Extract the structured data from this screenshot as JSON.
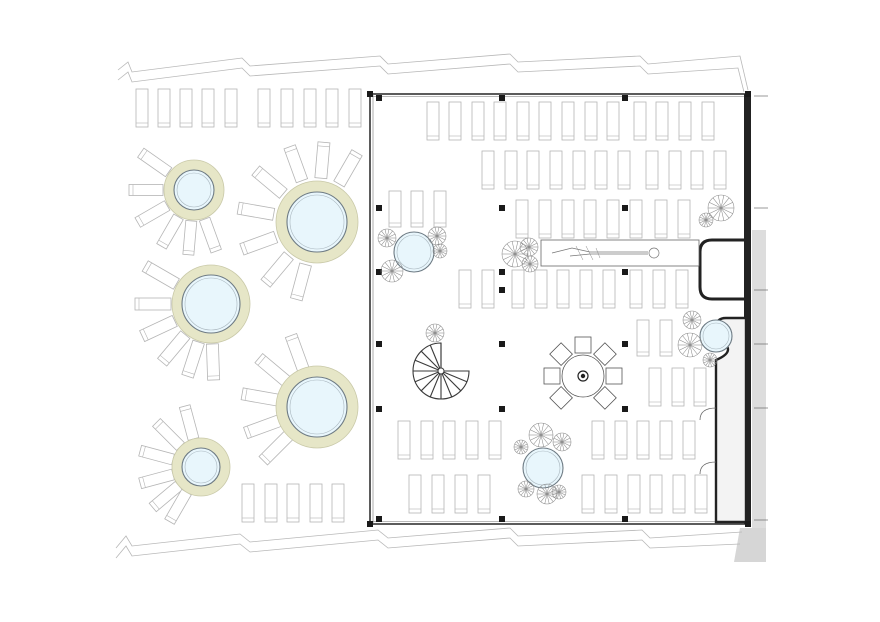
{
  "plan": {
    "background": "#ffffff",
    "colors": {
      "wall": "#222222",
      "furniture_line": "#b5b5b5",
      "pool_water": "#e8f6fc",
      "pool_ring": "#e6e6c7",
      "pool_edge": "#6e7b84",
      "column": "#1a1a1a",
      "shadow": "#dddddd"
    },
    "elements": {
      "outdoor_hot_tubs": 5,
      "indoor_hot_tubs": 3,
      "spiral_staircase": 1,
      "round_lounge_table": 1,
      "linear_water_feature": 1
    }
  }
}
